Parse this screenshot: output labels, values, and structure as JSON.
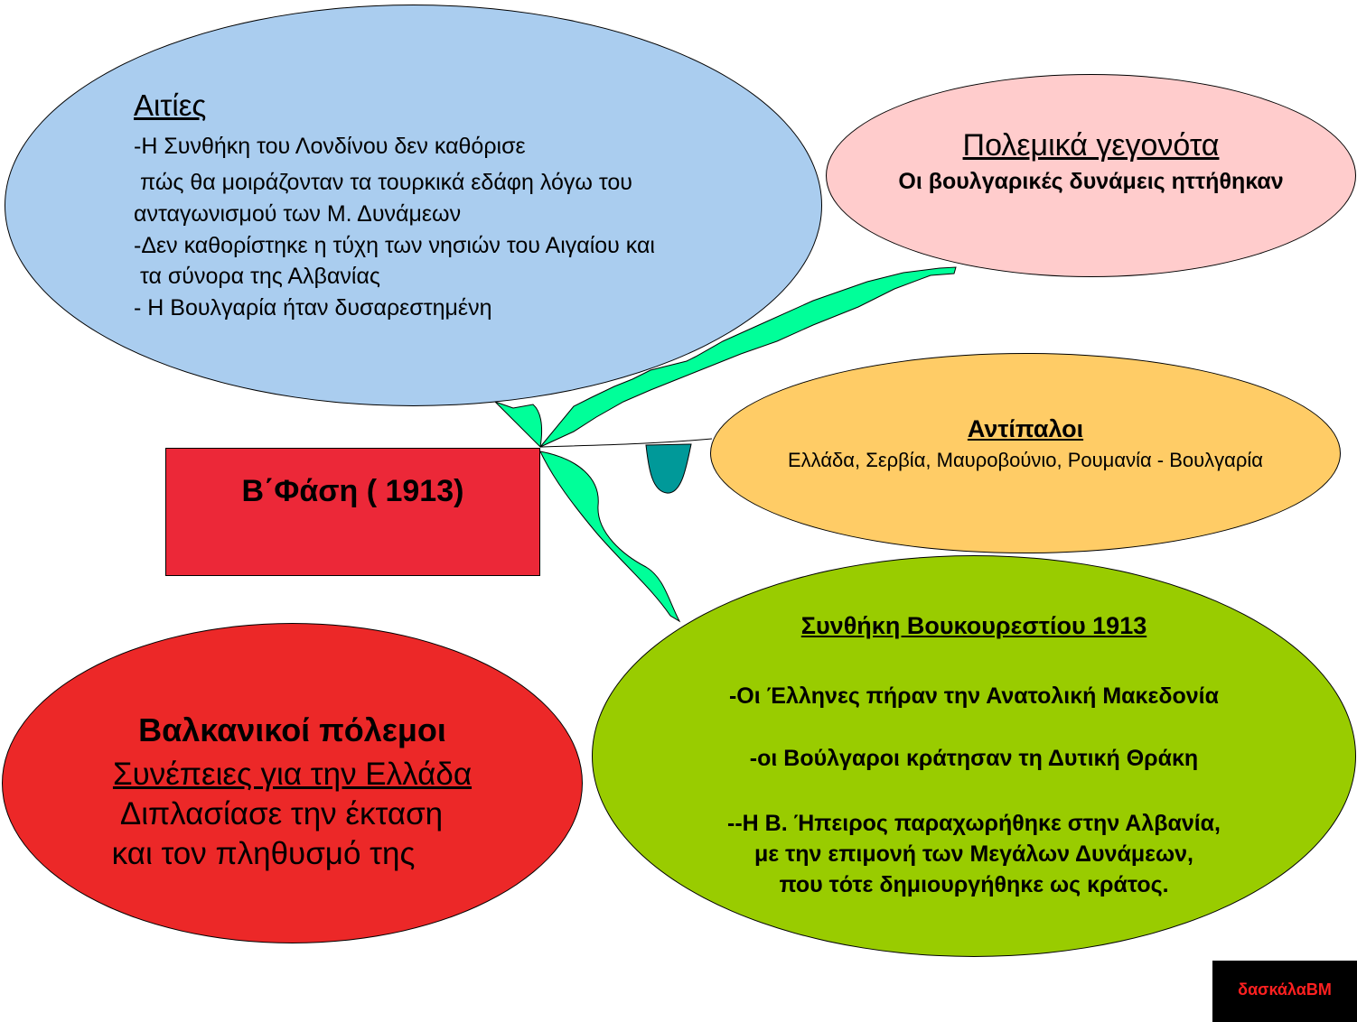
{
  "colors": {
    "causes_fill": "#aacdef",
    "events_fill": "#ffcccc",
    "opponents_fill": "#ffcc66",
    "phase_fill": "#ec2838",
    "conseq_fill": "#ec2828",
    "treaty_fill": "#99cc00",
    "connector_green": "#00ff99",
    "connector_teal": "#009999",
    "badge_text": "#ff2020"
  },
  "phase": {
    "title": "Β΄Φάση ( 1913)"
  },
  "causes": {
    "heading": "Αιτίες",
    "lines": [
      "-Η Συνθήκη του Λονδίνου δεν καθόρισε",
      " πώς θα μοιράζονταν τα τουρκικά εδάφη λόγω του",
      "ανταγωνισμού των Μ. Δυνάμεων",
      "-Δεν καθορίστηκε η τύχη των νησιών του Αιγαίου και",
      " τα σύνορα της Αλβανίας",
      "- Η Βουλγαρία ήταν δυσαρεστημένη"
    ]
  },
  "events": {
    "heading": "Πολεμικά γεγονότα",
    "text": "Οι βουλγαρικές δυνάμεις ηττήθηκαν"
  },
  "opponents": {
    "heading": "Αντίπαλοι",
    "text": "Ελλάδα, Σερβία, Μαυροβούνιο, Ρουμανία - Βουλγαρία"
  },
  "consequences": {
    "title": "Βαλκανικοί πόλεμοι",
    "subtitle": "Συνέπειες για την Ελλάδα",
    "line1": "Διπλασίασε την έκταση",
    "line2": "και τον πληθυσμό της"
  },
  "treaty": {
    "heading": "Συνθήκη Βουκουρεστίου 1913",
    "point1": "-Οι Έλληνες πήραν την Ανατολική Μακεδονία",
    "point2": "-οι Βούλγαροι κράτησαν τη Δυτική Θράκη",
    "point3_line1": "--Η Β. Ήπειρος παραχωρήθηκε στην Αλβανία,",
    "point3_line2": "με την επιμονή των Μεγάλων Δυνάμεων,",
    "point3_line3": "που τότε δημιουργήθηκε ως κράτος."
  },
  "badge": {
    "text": "δασκάλαΒΜ"
  }
}
